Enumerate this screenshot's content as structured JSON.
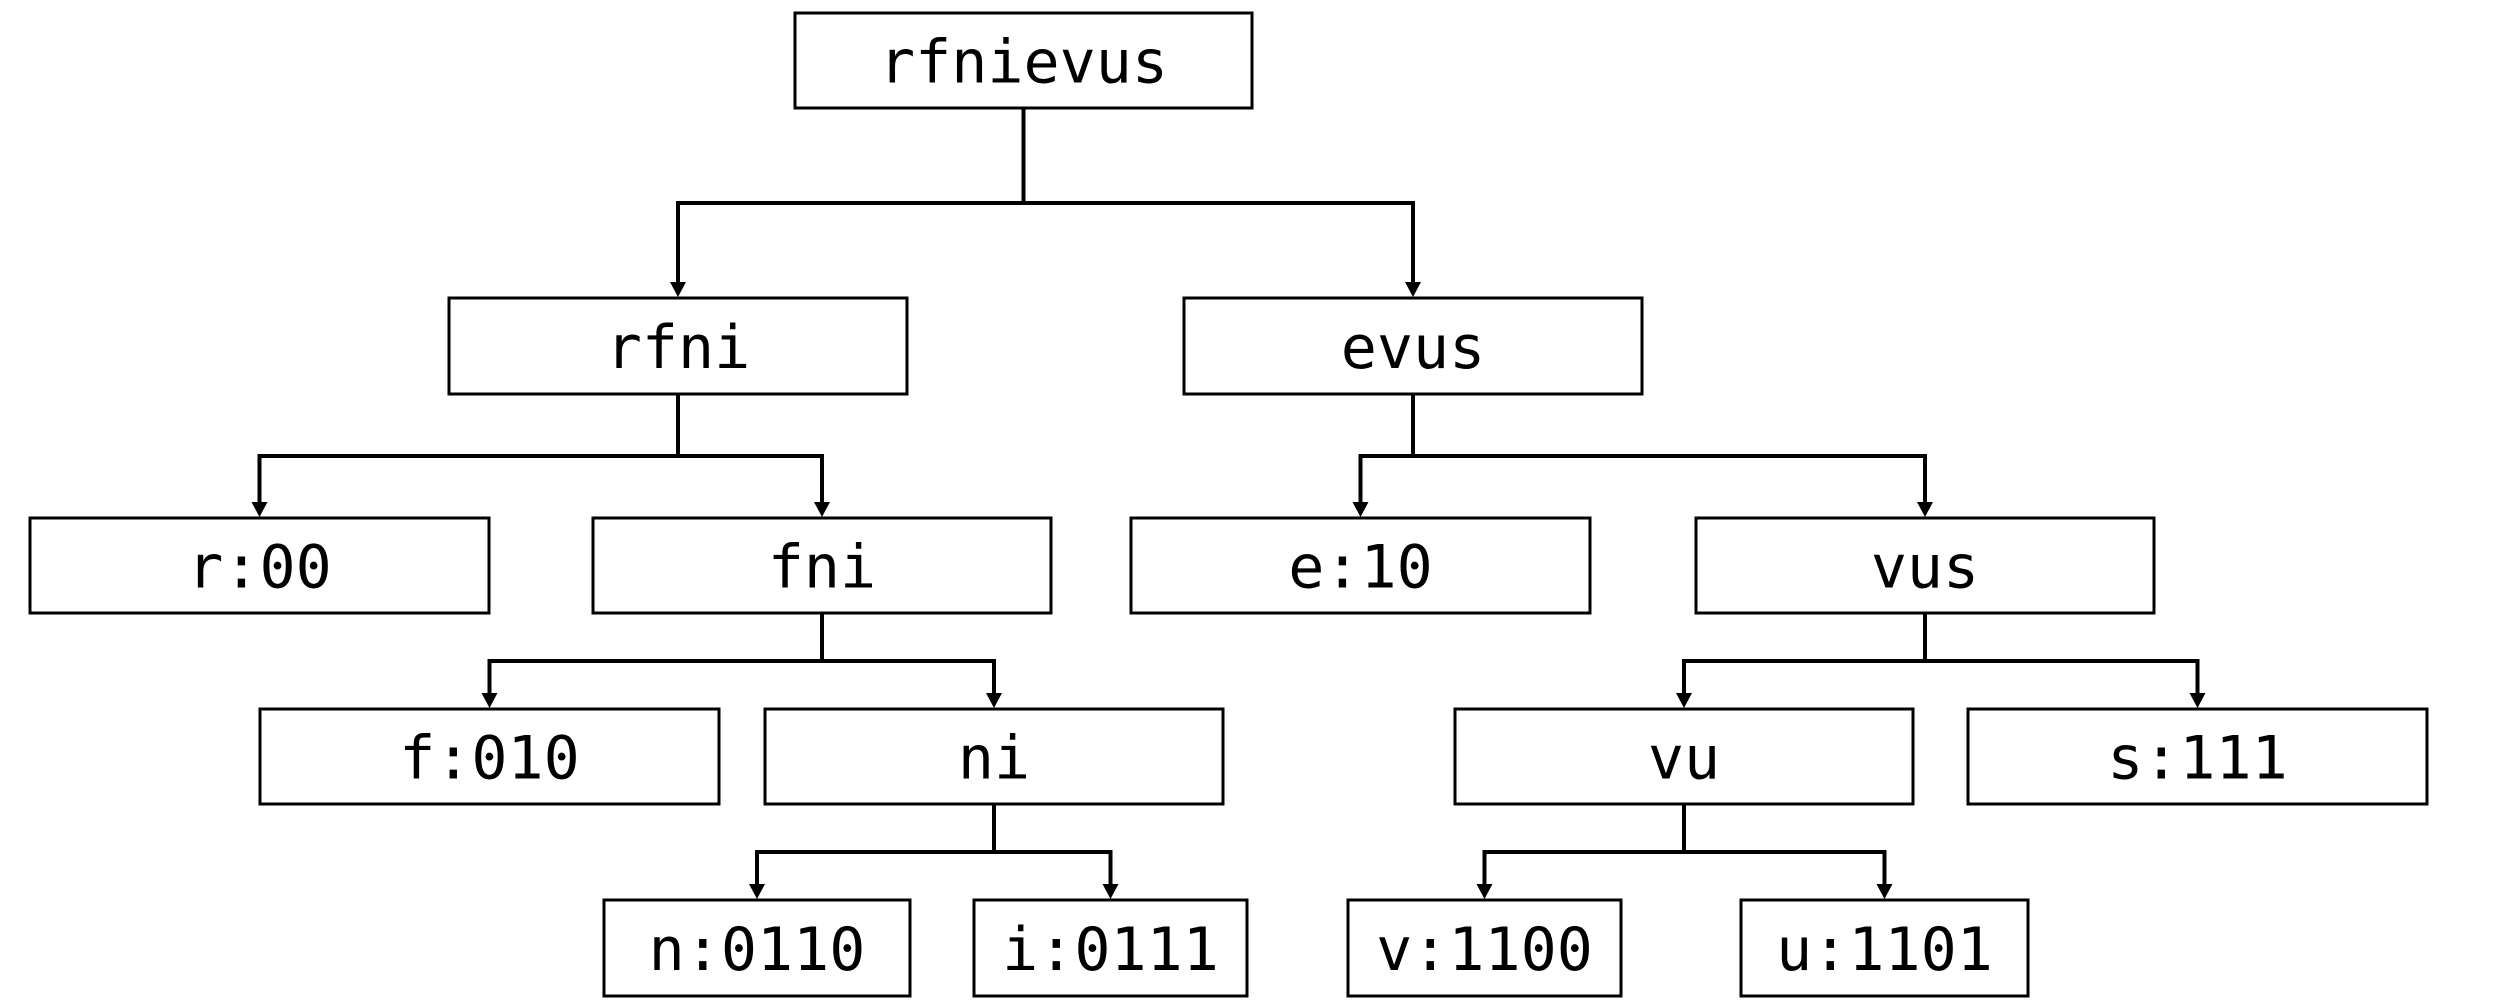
{
  "diagram": {
    "type": "tree",
    "nodes": [
      {
        "id": "n-rfnievus",
        "label": "rfnievus"
      },
      {
        "id": "n-rfni",
        "label": "rfni"
      },
      {
        "id": "n-evus",
        "label": "evus"
      },
      {
        "id": "n-r",
        "label": "r:00"
      },
      {
        "id": "n-fni",
        "label": "fni"
      },
      {
        "id": "n-e",
        "label": "e:10"
      },
      {
        "id": "n-vus",
        "label": "vus"
      },
      {
        "id": "n-f",
        "label": "f:010"
      },
      {
        "id": "n-ni",
        "label": "ni"
      },
      {
        "id": "n-vu",
        "label": "vu"
      },
      {
        "id": "n-s",
        "label": "s:111"
      },
      {
        "id": "n-n",
        "label": "n:0110"
      },
      {
        "id": "n-i",
        "label": "i:0111"
      },
      {
        "id": "n-v",
        "label": "v:1100"
      },
      {
        "id": "n-u",
        "label": "u:1101"
      }
    ],
    "edges": [
      {
        "from": "n-rfnievus",
        "to": [
          "n-rfni",
          "n-evus"
        ]
      },
      {
        "from": "n-rfni",
        "to": [
          "n-r",
          "n-fni"
        ]
      },
      {
        "from": "n-evus",
        "to": [
          "n-e",
          "n-vus"
        ]
      },
      {
        "from": "n-fni",
        "to": [
          "n-f",
          "n-ni"
        ]
      },
      {
        "from": "n-vus",
        "to": [
          "n-vu",
          "n-s"
        ]
      },
      {
        "from": "n-ni",
        "to": [
          "n-n",
          "n-i"
        ]
      },
      {
        "from": "n-vu",
        "to": [
          "n-v",
          "n-u"
        ]
      }
    ]
  }
}
